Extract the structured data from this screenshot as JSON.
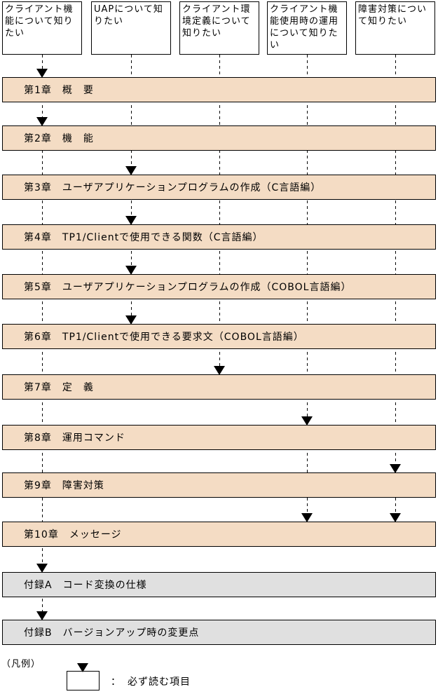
{
  "colors": {
    "chapter_bar_bg": "#F4DCC4",
    "appendix_bar_bg": "#E0E0E0",
    "border": "#000000",
    "arrow": "#000000",
    "background": "#FFFFFF"
  },
  "reader_boxes": [
    {
      "label": "クライアント機能について知りたい"
    },
    {
      "label": "UAPについて知りたい"
    },
    {
      "label": "クライアント環境定義について知りたい"
    },
    {
      "label": "クライアント機能使用時の運用について知りたい"
    },
    {
      "label": "障害対策について知りたい"
    }
  ],
  "bars": [
    {
      "label": "第1章　概　要",
      "type": "chapter"
    },
    {
      "label": "第2章　機　能",
      "type": "chapter"
    },
    {
      "label": "第3章　ユーザアプリケーションプログラムの作成（C言語編）",
      "type": "chapter"
    },
    {
      "label": "第4章　TP1/Clientで使用できる関数（C言語編）",
      "type": "chapter"
    },
    {
      "label": "第5章　ユーザアプリケーションプログラムの作成（COBOL言語編）",
      "type": "chapter"
    },
    {
      "label": "第6章　TP1/Clientで使用できる要求文（COBOL言語編）",
      "type": "chapter"
    },
    {
      "label": "第7章　定　義",
      "type": "chapter"
    },
    {
      "label": "第8章　運用コマンド",
      "type": "chapter"
    },
    {
      "label": "第9章　障害対策",
      "type": "chapter"
    },
    {
      "label": "第10章　メッセージ",
      "type": "chapter"
    },
    {
      "label": "付録A　コード変換の仕様",
      "type": "appendix"
    },
    {
      "label": "付録B　バージョンアップ時の変更点",
      "type": "appendix"
    }
  ],
  "legend": {
    "heading": "（凡例）",
    "separator": "：",
    "text": "必ず読む項目"
  }
}
